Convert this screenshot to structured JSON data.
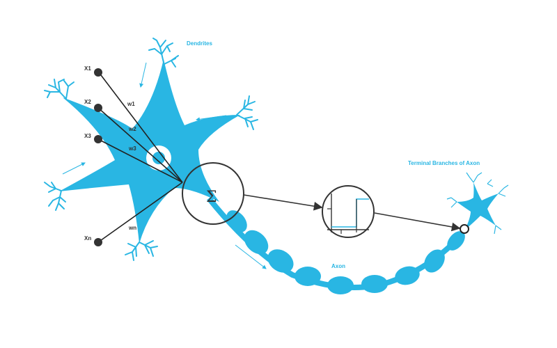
{
  "labels": {
    "dendrites": "Dendrites",
    "terminal_branches": "Terminal Branches of Axon",
    "axon": "Axon",
    "sum_symbol": "Σ"
  },
  "inputs": [
    {
      "name": "X1",
      "weight": "w1"
    },
    {
      "name": "X2",
      "weight": "w2"
    },
    {
      "name": "X3",
      "weight": "w3"
    },
    {
      "name": "Xn",
      "weight": "wn"
    }
  ],
  "colors": {
    "neuron": "#29b6e3",
    "lines": "#333333",
    "background": "#ffffff"
  },
  "icons": {
    "summation": "sigma-circle-icon",
    "activation": "step-function-icon",
    "output": "output-node-icon"
  }
}
